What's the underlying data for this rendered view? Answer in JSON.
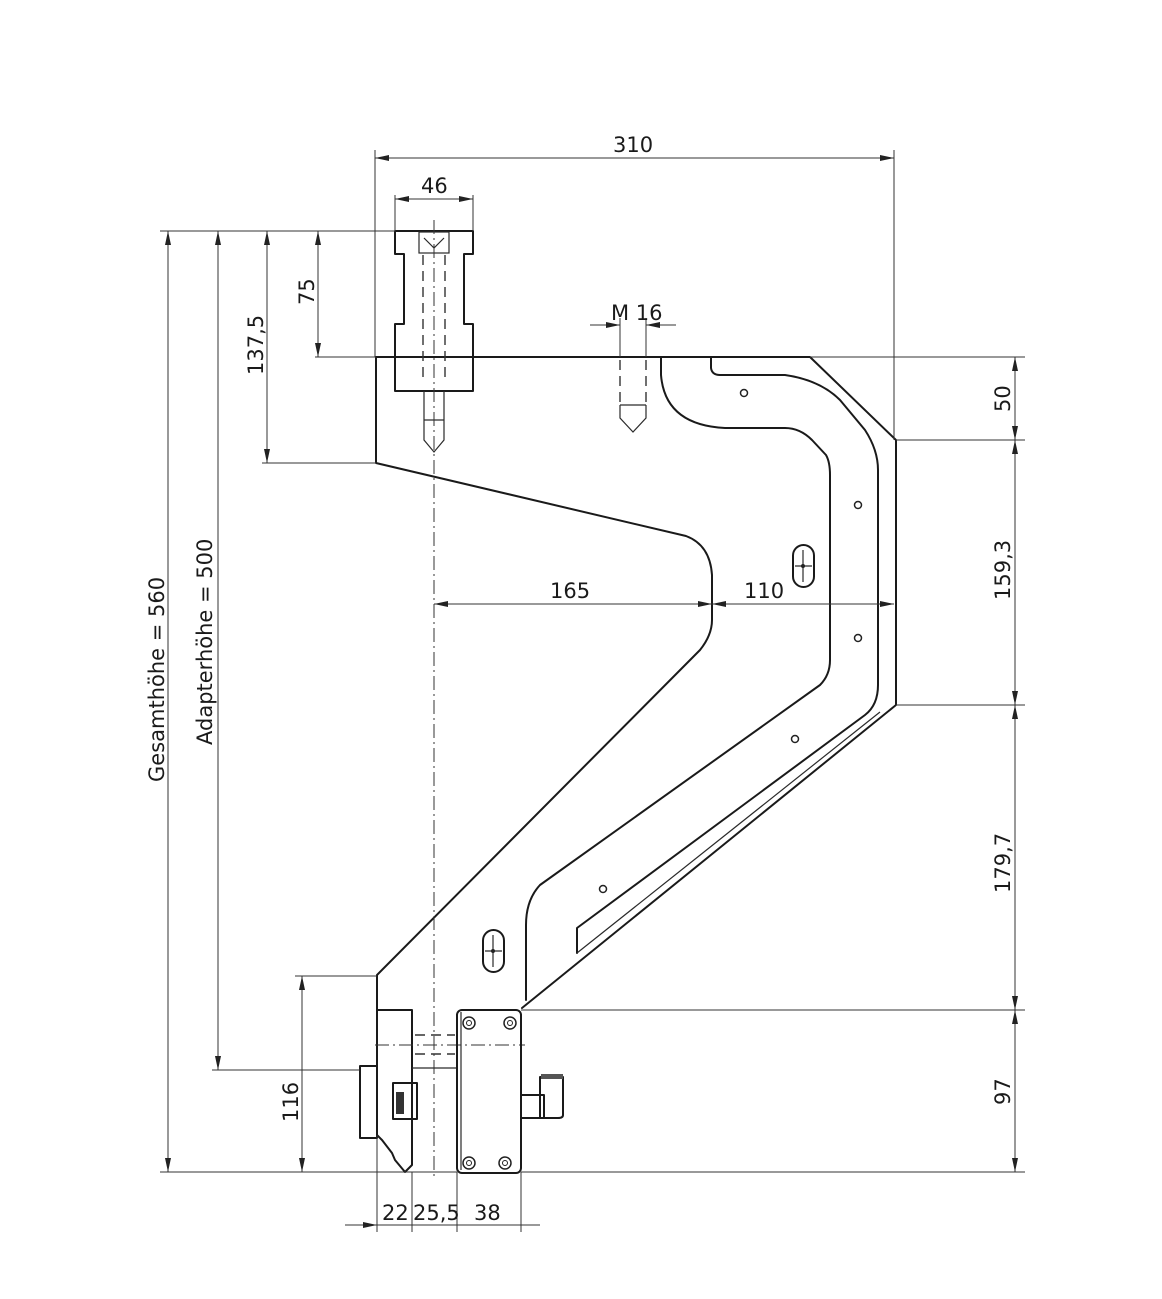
{
  "drawing": {
    "title_labels": {
      "overall_height": "Gesamthöhe  =  560",
      "adapter_height": "Adapterhöhe  =  500"
    },
    "dimensions": {
      "total_width": "310",
      "pin_width": "46",
      "pin_height_top": "75",
      "bracket_top_to_bend": "137,5",
      "thread": "M 16",
      "offset_left": "165",
      "offset_right": "110",
      "right_segment_1": "50",
      "right_segment_2": "159,3",
      "right_segment_3": "179,7",
      "right_segment_4": "97",
      "bottom_height_left": "116",
      "bottom_width_1": "22",
      "bottom_width_2": "25,5",
      "bottom_width_3": "38"
    }
  }
}
